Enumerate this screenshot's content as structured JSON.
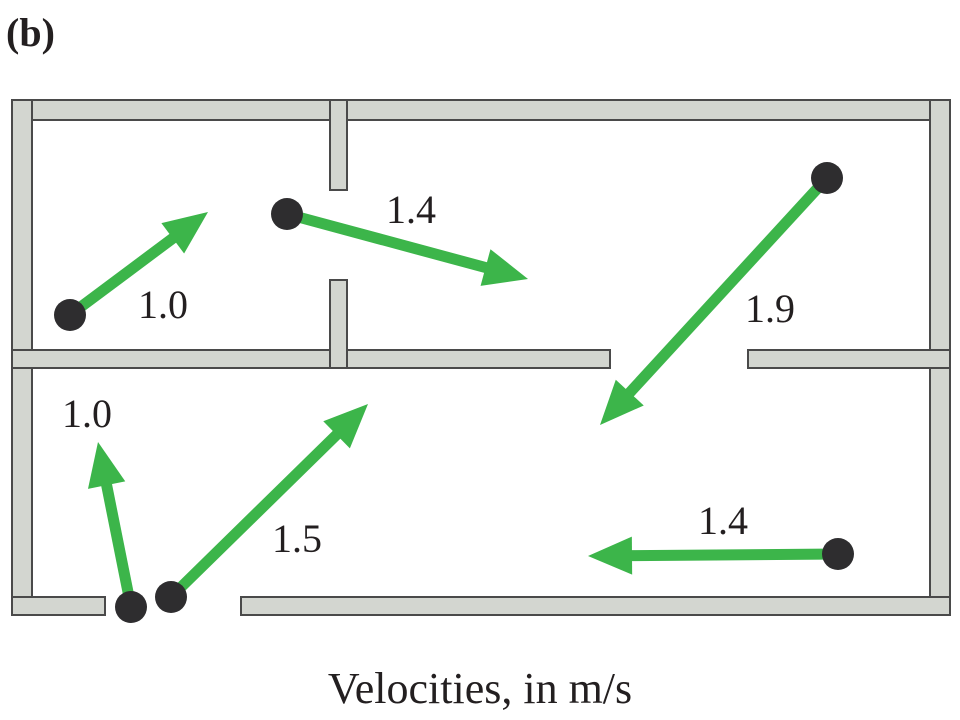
{
  "panel_label": "(b)",
  "caption": "Velocities, in m/s",
  "colors": {
    "wall_fill": "#d3d6d0",
    "wall_stroke": "#4a4a4a",
    "arrow": "#3cb54a",
    "dot": "#2e2d2f",
    "text": "#231f20"
  },
  "velocities": [
    {
      "id": "top-left-room",
      "label": "1.0"
    },
    {
      "id": "doorway",
      "label": "1.4"
    },
    {
      "id": "top-right-room",
      "label": "1.9"
    },
    {
      "id": "bottom-left-up",
      "label": "1.0"
    },
    {
      "id": "bottom-left-diagonal",
      "label": "1.5"
    },
    {
      "id": "bottom-right",
      "label": "1.4"
    }
  ]
}
